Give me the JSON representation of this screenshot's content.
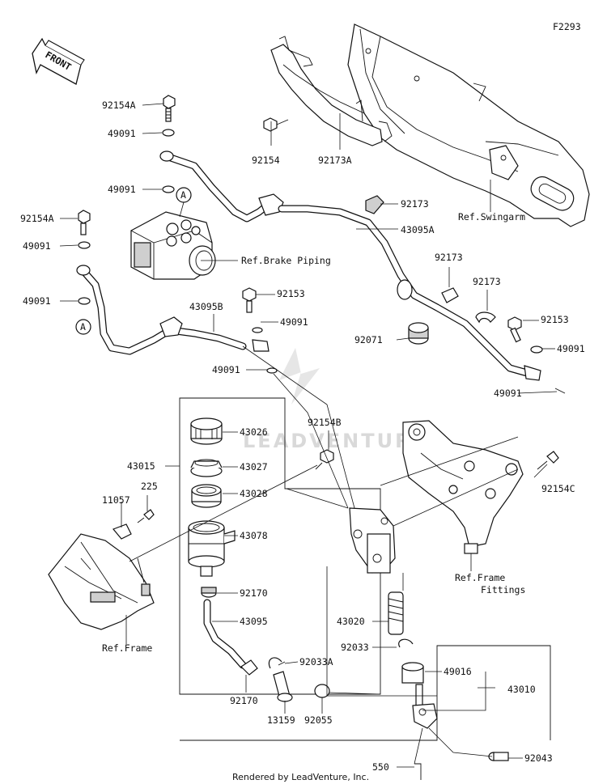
{
  "diagram_code": "F2293",
  "front_label": "FRONT",
  "footer": "Rendered by LeadVenture, Inc.",
  "watermark": "LEADVENTURE",
  "callout_marker": "A",
  "parts": {
    "p92154A_1": "92154A",
    "p49091_1": "49091",
    "p49091_2": "49091",
    "p92154": "92154",
    "p92173A": "92173A",
    "p92154A_2": "92154A",
    "p49091_3": "49091",
    "p49091_4": "49091",
    "p92173_1": "92173",
    "p43095A": "43095A",
    "p92173_2": "92173",
    "p92173_3": "92173",
    "p92153_1": "92153",
    "p43095B": "43095B",
    "p49091_5": "49091",
    "p49091_6": "49091",
    "p92071": "92071",
    "p92153_2": "92153",
    "p49091_7": "49091",
    "p49091_8": "49091",
    "p92154B": "92154B",
    "p43026": "43026",
    "p43015": "43015",
    "p43027": "43027",
    "p43028": "43028",
    "p92154C": "92154C",
    "p11057": "11057",
    "p225": "225",
    "p43078": "43078",
    "p92170_1": "92170",
    "p43095": "43095",
    "p43020": "43020",
    "p92033": "92033",
    "p92033A": "92033A",
    "p49016": "49016",
    "p43010": "43010",
    "p92170_2": "92170",
    "p13159": "13159",
    "p92055": "92055",
    "p550": "550",
    "p92043": "92043"
  },
  "references": {
    "swingarm": "Ref.Swingarm",
    "brake_piping": "Ref.Brake Piping",
    "frame_fittings_1": "Ref.Frame",
    "frame_fittings_2": "Fittings",
    "frame": "Ref.Frame"
  }
}
